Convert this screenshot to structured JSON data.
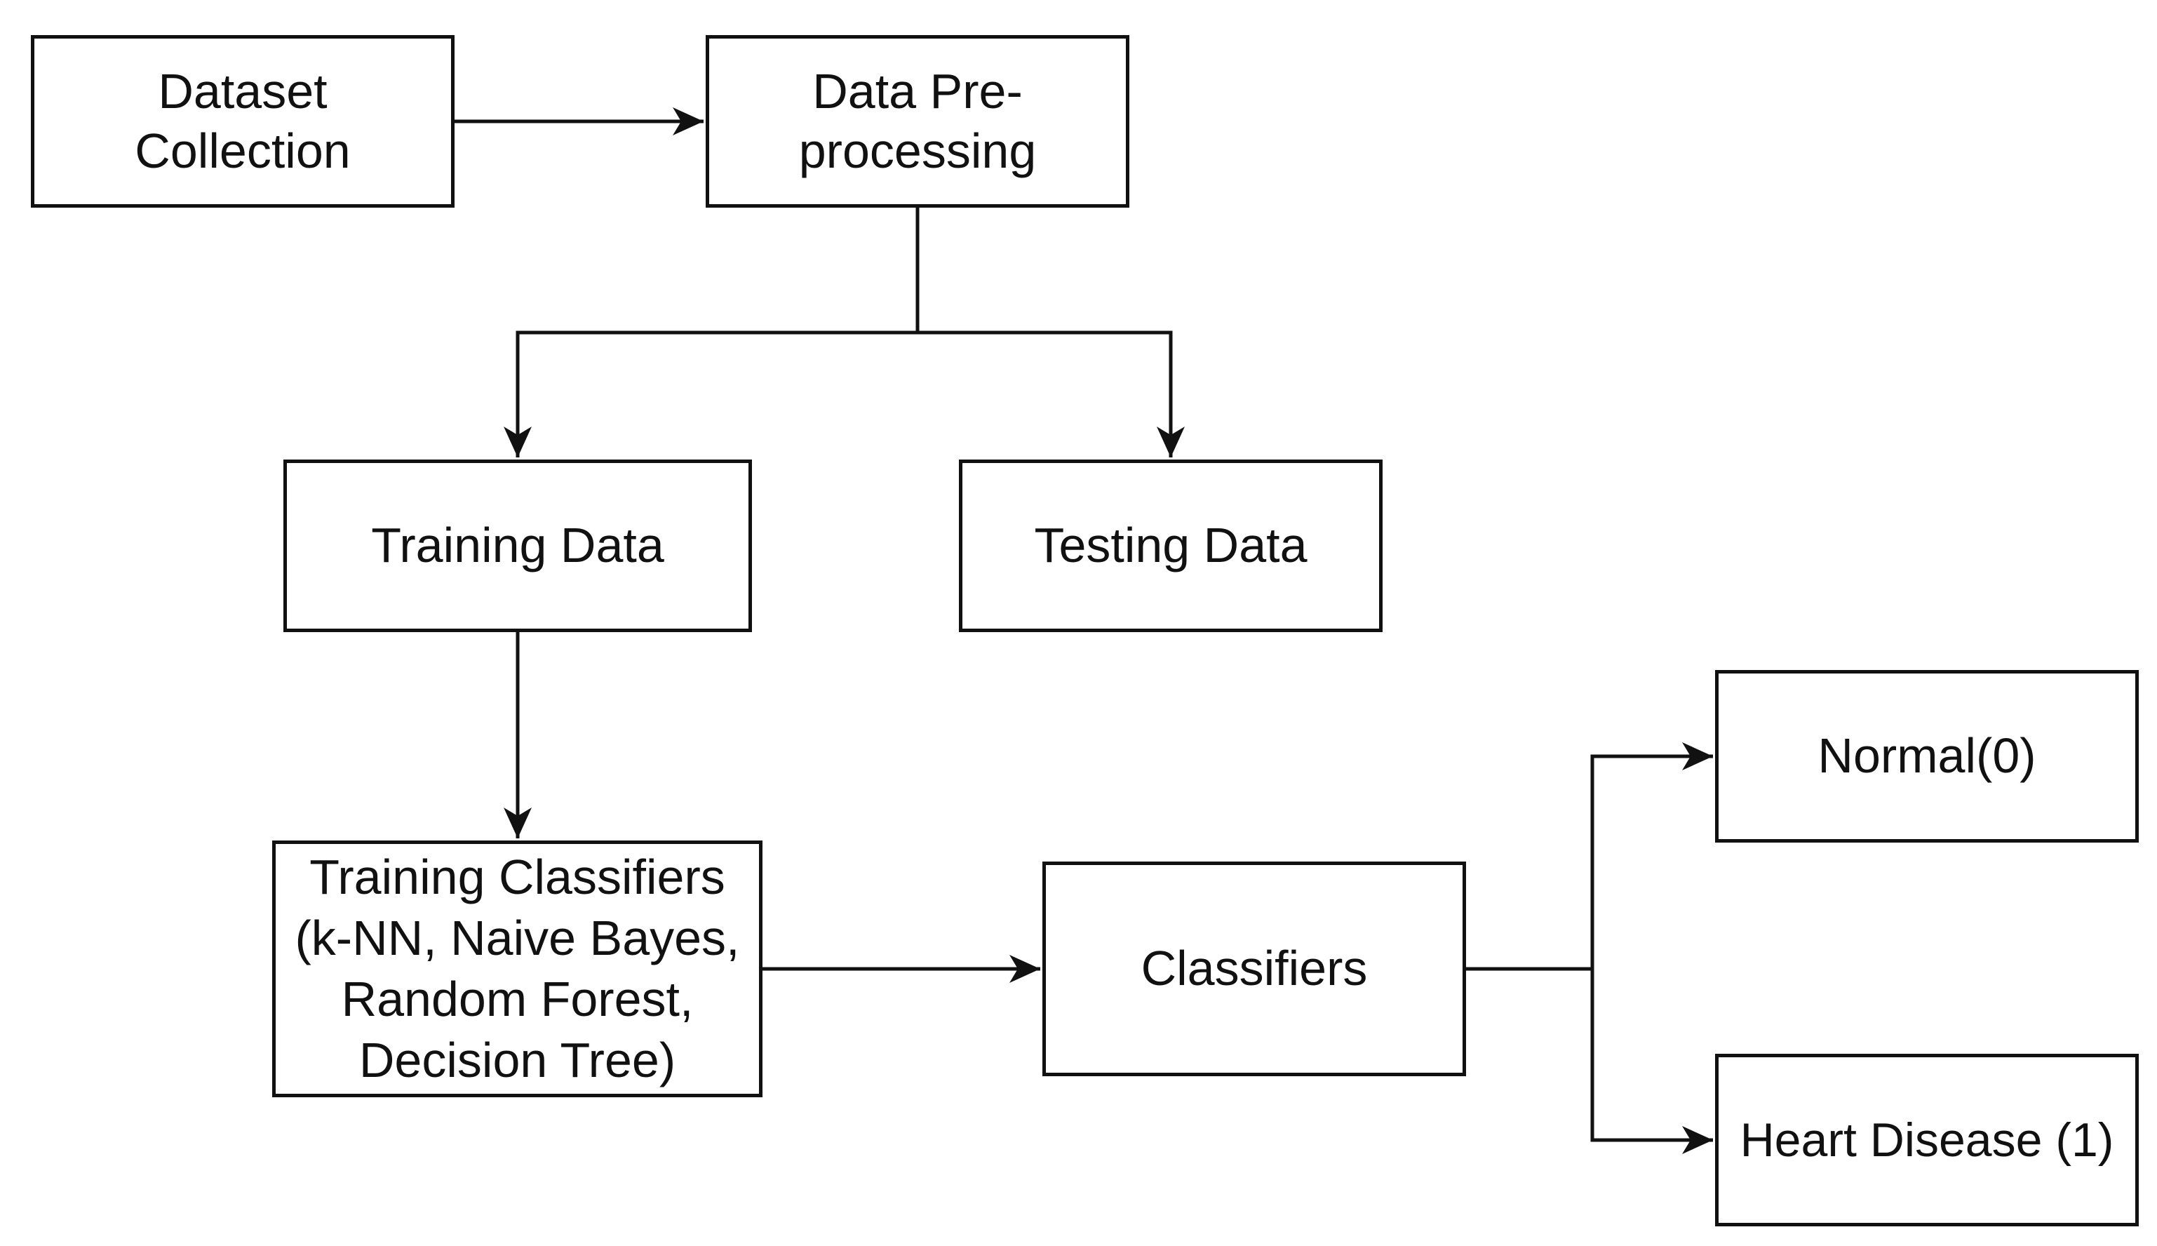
{
  "diagram": {
    "nodes": {
      "dataset_collection": {
        "lines": [
          "Dataset",
          "Collection"
        ]
      },
      "data_preprocessing": {
        "lines": [
          "Data Pre-",
          "processing"
        ]
      },
      "training_data": {
        "lines": [
          "Training Data"
        ]
      },
      "testing_data": {
        "lines": [
          "Testing Data"
        ]
      },
      "training_classifiers": {
        "lines": [
          "Training Classifiers",
          "(k-NN, Naive Bayes,",
          "Random Forest,",
          "Decision Tree)"
        ]
      },
      "classifiers": {
        "lines": [
          "Classifiers"
        ]
      },
      "normal": {
        "lines": [
          "Normal(0)"
        ]
      },
      "heart_disease": {
        "lines": [
          "Heart Disease (1)"
        ]
      }
    },
    "edges": [
      {
        "from": "dataset_collection",
        "to": "data_preprocessing"
      },
      {
        "from": "data_preprocessing",
        "to": "training_data"
      },
      {
        "from": "data_preprocessing",
        "to": "testing_data"
      },
      {
        "from": "training_data",
        "to": "training_classifiers"
      },
      {
        "from": "training_classifiers",
        "to": "classifiers"
      },
      {
        "from": "classifiers",
        "to": "normal"
      },
      {
        "from": "classifiers",
        "to": "heart_disease"
      }
    ],
    "colors": {
      "stroke": "#111111",
      "background": "#ffffff",
      "text": "#111111"
    }
  }
}
